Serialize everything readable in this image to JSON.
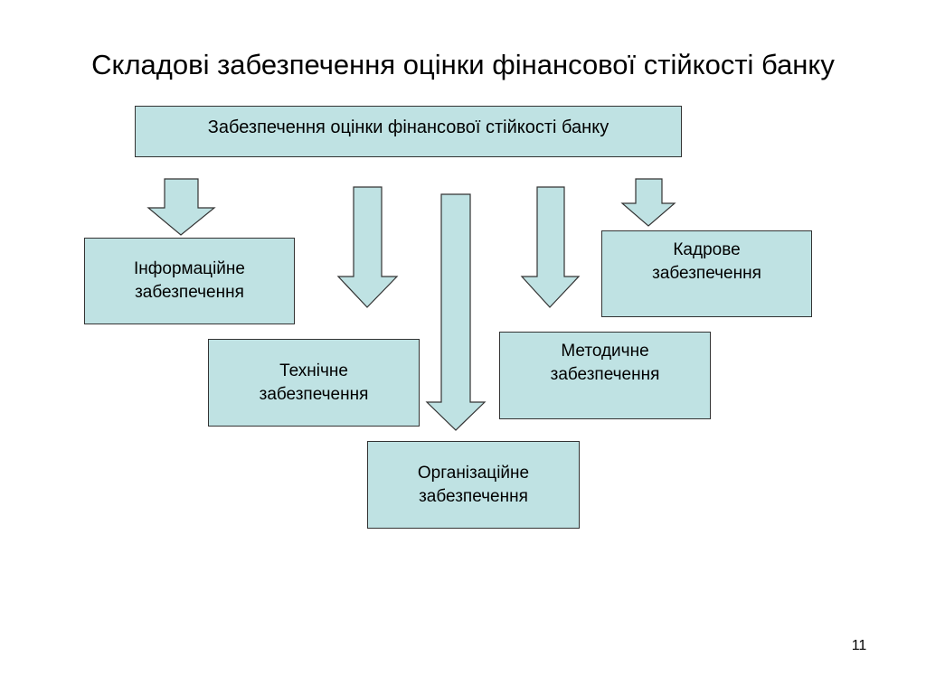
{
  "slide": {
    "title": "Складові забезпечення оцінки фінансової стійкості банку",
    "page_number": "11"
  },
  "diagram": {
    "root": "Забезпечення оцінки фінансової стійкості банку",
    "nodes": {
      "informational": "Інформаційне\nзабезпечення",
      "technical": "Технічне\nзабезпечення",
      "organizational": "Організаційне\nзабезпечення",
      "methodical": "Методичне\nзабезпечення",
      "personnel": "Кадрове\nзабезпечення"
    },
    "colors": {
      "fill": "#bfe2e3",
      "border": "#333333"
    }
  }
}
